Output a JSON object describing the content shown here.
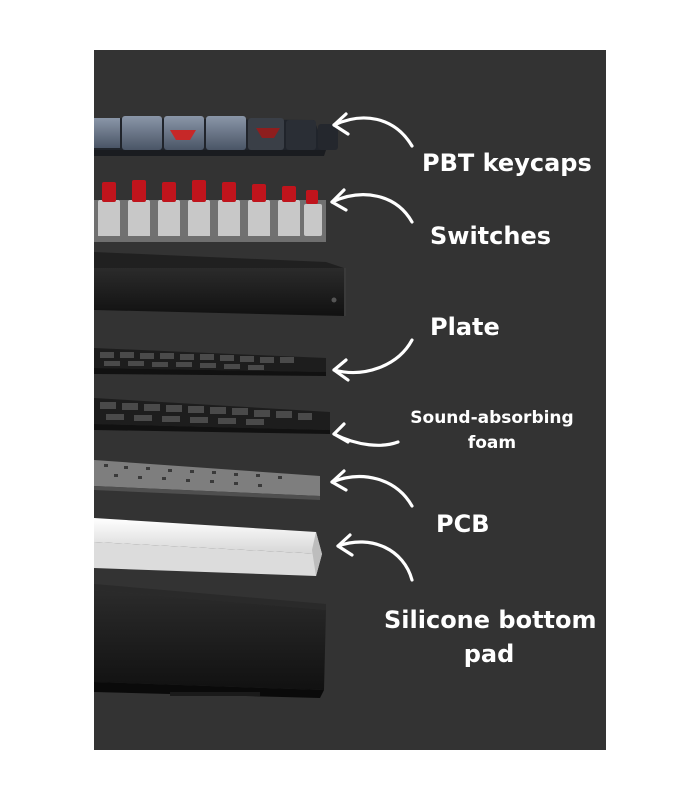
{
  "layers": [
    {
      "label": "PBT keycaps"
    },
    {
      "label": "Switches"
    },
    {
      "label": "Plate"
    },
    {
      "label": "Sound-absorbing",
      "label_line2": "foam"
    },
    {
      "label": "PCB"
    },
    {
      "label": "Silicone bottom",
      "label_line2": "pad"
    }
  ],
  "colors": {
    "background": "#333333",
    "frame": "#ffffff",
    "label_text": "#ffffff",
    "switch_red": "#c0141c",
    "keycap_accent": "#c62828",
    "pcb_white": "#efefef"
  }
}
